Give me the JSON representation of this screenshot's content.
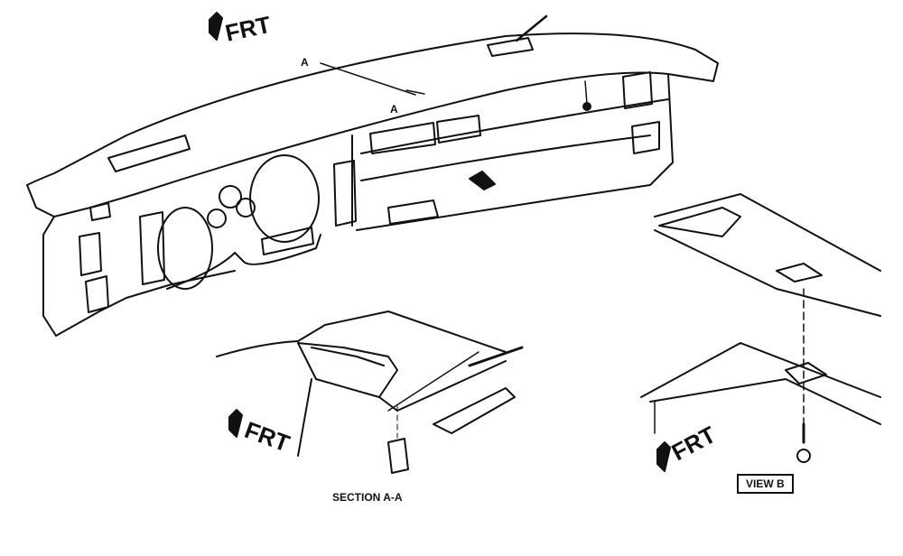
{
  "labels": {
    "front_main": "FRT",
    "front_section": "FRT",
    "front_view": "FRT",
    "section_marker_top": "A",
    "section_marker_bottom": "A",
    "section_caption": "SECTION A-A",
    "view_caption": "VIEW B"
  },
  "icons": {
    "front_arrow": "front-direction-arrow-icon"
  }
}
